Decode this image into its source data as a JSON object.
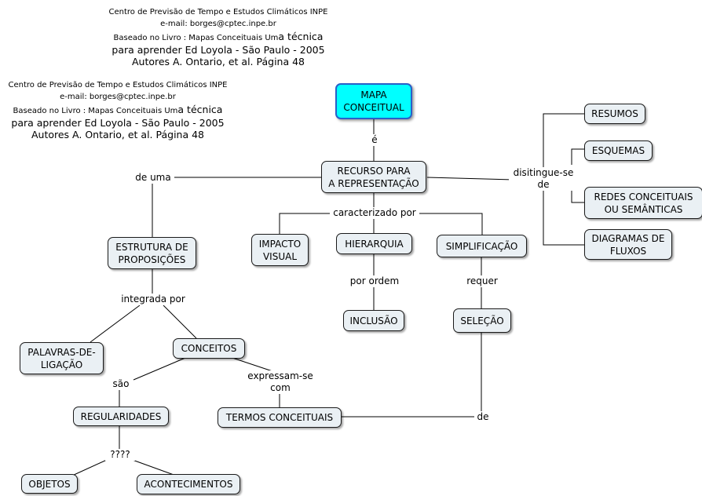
{
  "credits": [
    {
      "line1": "Centro de Previsão de Tempo e Estudos Climáticos INPE",
      "line2": "e-mail: borges@cptec.inpe.br",
      "line3a": "Baseado no Livro : Mapas Conceituais Um",
      "line3b": "a técnica",
      "line4": "para aprender  Ed Loyola - São Paulo - 2005",
      "line5": "Autores A. Ontario, et al. Página 48"
    },
    {
      "line1": "Centro de Previsão de Tempo e Estudos Climáticos INPE",
      "line2": "e-mail: borges@cptec.inpe.br",
      "line3a": "Baseado no Livro : Mapas Conceituais Um",
      "line3b": "a técnica",
      "line4": "para aprender  Ed Loyola - São Paulo - 2005",
      "line5": "Autores A. Ontario, et al. Página 48"
    }
  ],
  "concepts": {
    "mapa": [
      "MAPA",
      "CONCEITUAL"
    ],
    "recurso": [
      "RECURSO PARA",
      "A REPRESENTAÇÃO"
    ],
    "estrutura": [
      "ESTRUTURA DE",
      "PROPOSIÇÕES"
    ],
    "impacto": [
      "IMPACTO",
      "VISUAL"
    ],
    "hierarquia": [
      "HIERARQUIA"
    ],
    "simplificacao": [
      "SIMPLIFICAÇÃO"
    ],
    "inclusao": [
      "INCLUSÃO"
    ],
    "selecao": [
      "SELEÇÃO"
    ],
    "resumos": [
      "RESUMOS"
    ],
    "esquemas": [
      "ESQUEMAS"
    ],
    "redes": [
      "REDES CONCEITUAIS",
      "OU SEMÂNTICAS"
    ],
    "diagramas": [
      "DIAGRAMAS DE",
      "FLUXOS"
    ],
    "palavras": [
      "PALAVRAS-DE-",
      "LIGAÇÃO"
    ],
    "conceitos": [
      "CONCEITOS"
    ],
    "regularidades": [
      "REGULARIDADES"
    ],
    "termos": [
      "TERMOS CONCEITUAIS"
    ],
    "objetos": [
      "OBJETOS"
    ],
    "acontecimentos": [
      "ACONTECIMENTOS"
    ]
  },
  "links": {
    "e": [
      "é"
    ],
    "de_uma": [
      "de uma"
    ],
    "caracterizado": [
      "caracterizado por"
    ],
    "distingue": [
      "disitingue-se",
      "de"
    ],
    "por_ordem": [
      "por ordem"
    ],
    "requer": [
      "requer"
    ],
    "integrada": [
      "integrada por"
    ],
    "sao": [
      "são"
    ],
    "expressam": [
      "expressam-se",
      "com"
    ],
    "de": [
      "de"
    ],
    "interrog": [
      "????"
    ]
  }
}
